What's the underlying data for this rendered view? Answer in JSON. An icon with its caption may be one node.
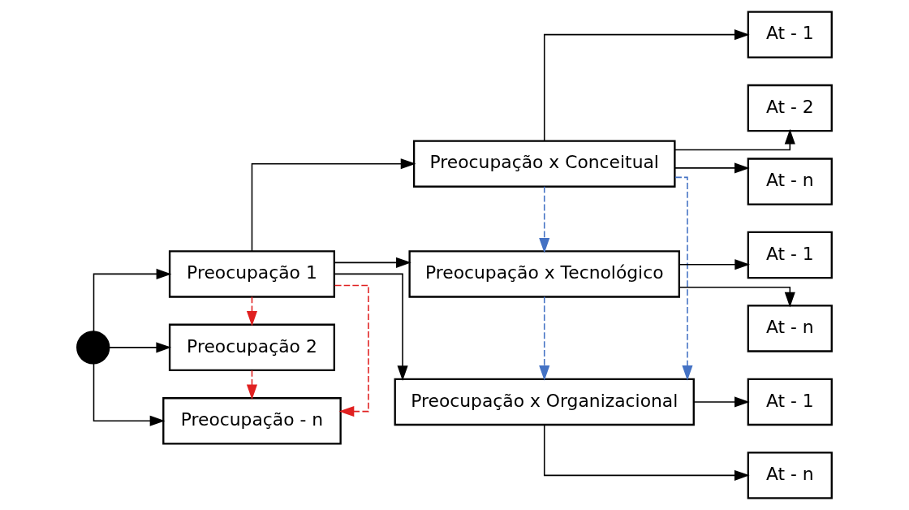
{
  "diagram": {
    "nodes": [
      {
        "text": [],
        "shape": "circle"
      },
      {
        "text": [
          "Preocupação 1"
        ]
      },
      {
        "text": [
          "Preocupação 2"
        ]
      },
      {
        "text": [
          "Preocupação - n"
        ]
      },
      {
        "text": [
          "Preocupação x Conceitual"
        ]
      },
      {
        "text": [
          "Preocupação x Tecnológico"
        ]
      },
      {
        "text": [
          "Preocupação x Organizacional"
        ]
      },
      {
        "text": [
          "At - 1"
        ]
      },
      {
        "text": [
          "At - 2"
        ]
      },
      {
        "text": [
          "At - n"
        ]
      },
      {
        "text": [
          "At - 1"
        ]
      },
      {
        "text": [
          "At - n"
        ]
      },
      {
        "text": [
          "At - 1"
        ]
      },
      {
        "text": [
          "At - n"
        ]
      }
    ],
    "edges": [
      {
        "from": 0,
        "to": 1,
        "arrow": "to"
      },
      {
        "from": 0,
        "to": 2,
        "arrow": "to"
      },
      {
        "from": 0,
        "to": 3,
        "arrow": "to"
      },
      {
        "from": 1,
        "to": 2,
        "arrow": "to",
        "style": "dashed",
        "color": "#e02020"
      },
      {
        "from": 2,
        "to": 3,
        "arrow": "to",
        "style": "dashed",
        "color": "#e02020"
      },
      {
        "from": 1,
        "to": 3,
        "arrow": "to",
        "style": "dashed",
        "color": "#e02020"
      },
      {
        "from": 1,
        "to": 4,
        "arrow": "to"
      },
      {
        "from": 1,
        "to": 5,
        "arrow": "to"
      },
      {
        "from": 1,
        "to": 6,
        "arrow": "to"
      },
      {
        "from": 4,
        "to": 7,
        "arrow": "to"
      },
      {
        "from": 4,
        "to": 8,
        "arrow": "to"
      },
      {
        "from": 4,
        "to": 9,
        "arrow": "to"
      },
      {
        "from": 4,
        "to": 5,
        "arrow": "to",
        "style": "dashed",
        "color": "#4472c4"
      },
      {
        "from": 5,
        "to": 6,
        "arrow": "to",
        "style": "dashed",
        "color": "#4472c4"
      },
      {
        "from": 4,
        "to": 6,
        "arrow": "to",
        "style": "dashed",
        "color": "#4472c4"
      },
      {
        "from": 5,
        "to": 10,
        "arrow": "to"
      },
      {
        "from": 5,
        "to": 11,
        "arrow": "to"
      },
      {
        "from": 6,
        "to": 12,
        "arrow": "to"
      },
      {
        "from": 6,
        "to": 13,
        "arrow": "to"
      }
    ]
  }
}
